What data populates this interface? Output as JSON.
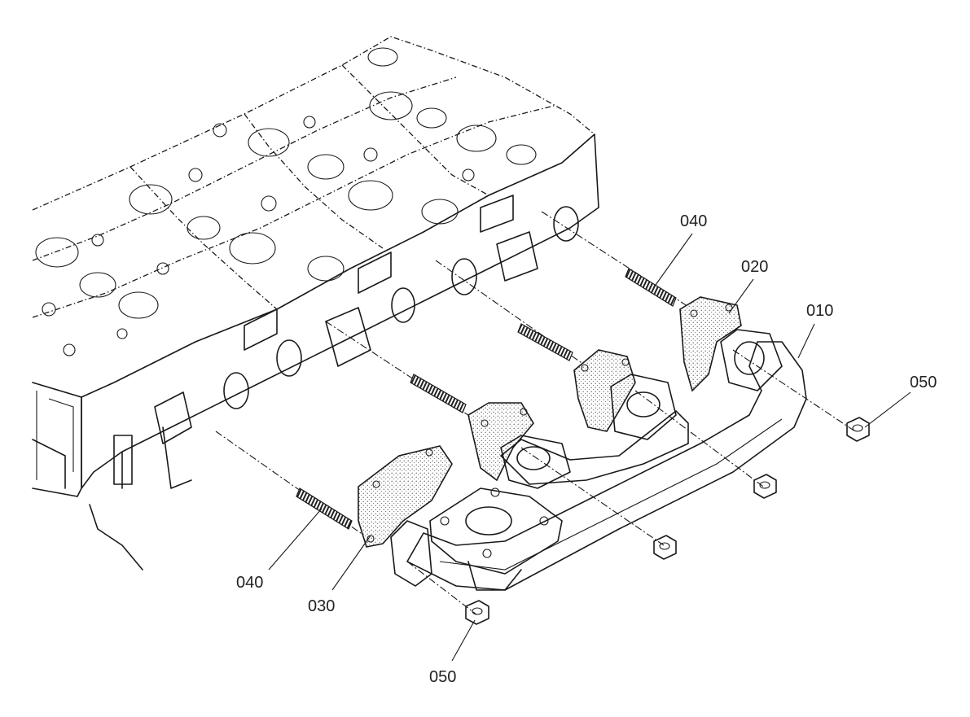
{
  "diagram": {
    "callouts": [
      {
        "id": "label-010",
        "text": "010"
      },
      {
        "id": "label-020",
        "text": "020"
      },
      {
        "id": "label-030",
        "text": "030"
      },
      {
        "id": "label-040-upper",
        "text": "040"
      },
      {
        "id": "label-040-lower",
        "text": "040"
      },
      {
        "id": "label-050-right",
        "text": "050"
      },
      {
        "id": "label-050-lower",
        "text": "050"
      }
    ]
  }
}
